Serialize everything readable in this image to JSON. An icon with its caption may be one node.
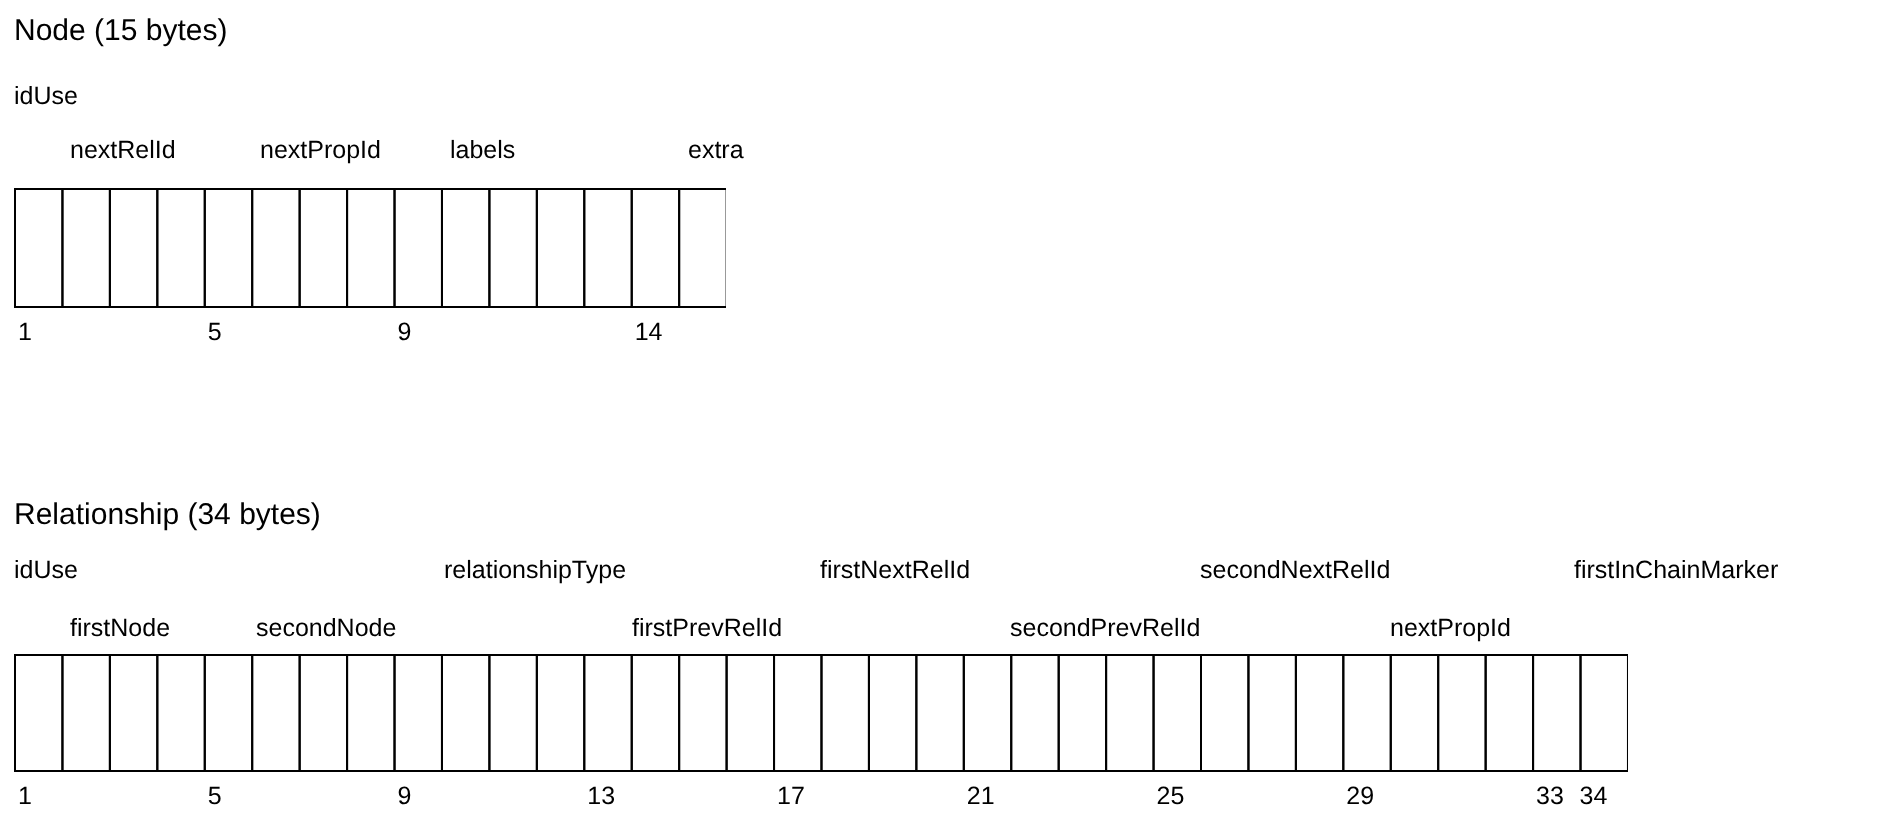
{
  "diagram": {
    "labels": [
      "Node (15 bytes)",
      "idUse",
      "nextRelId",
      "nextPropId",
      "labels",
      "extra",
      "1",
      "5",
      "9",
      "14",
      "Relationship (34 bytes)",
      "idUse",
      "relationshipType",
      "firstNextRelId",
      "secondNextRelId",
      "firstInChainMarker",
      "firstNode",
      "secondNode",
      "firstPrevRelId",
      "secondPrevRelId",
      "nextPropId",
      "1",
      "5",
      "9",
      "13",
      "17",
      "21",
      "25",
      "29",
      "33",
      "34"
    ]
  }
}
